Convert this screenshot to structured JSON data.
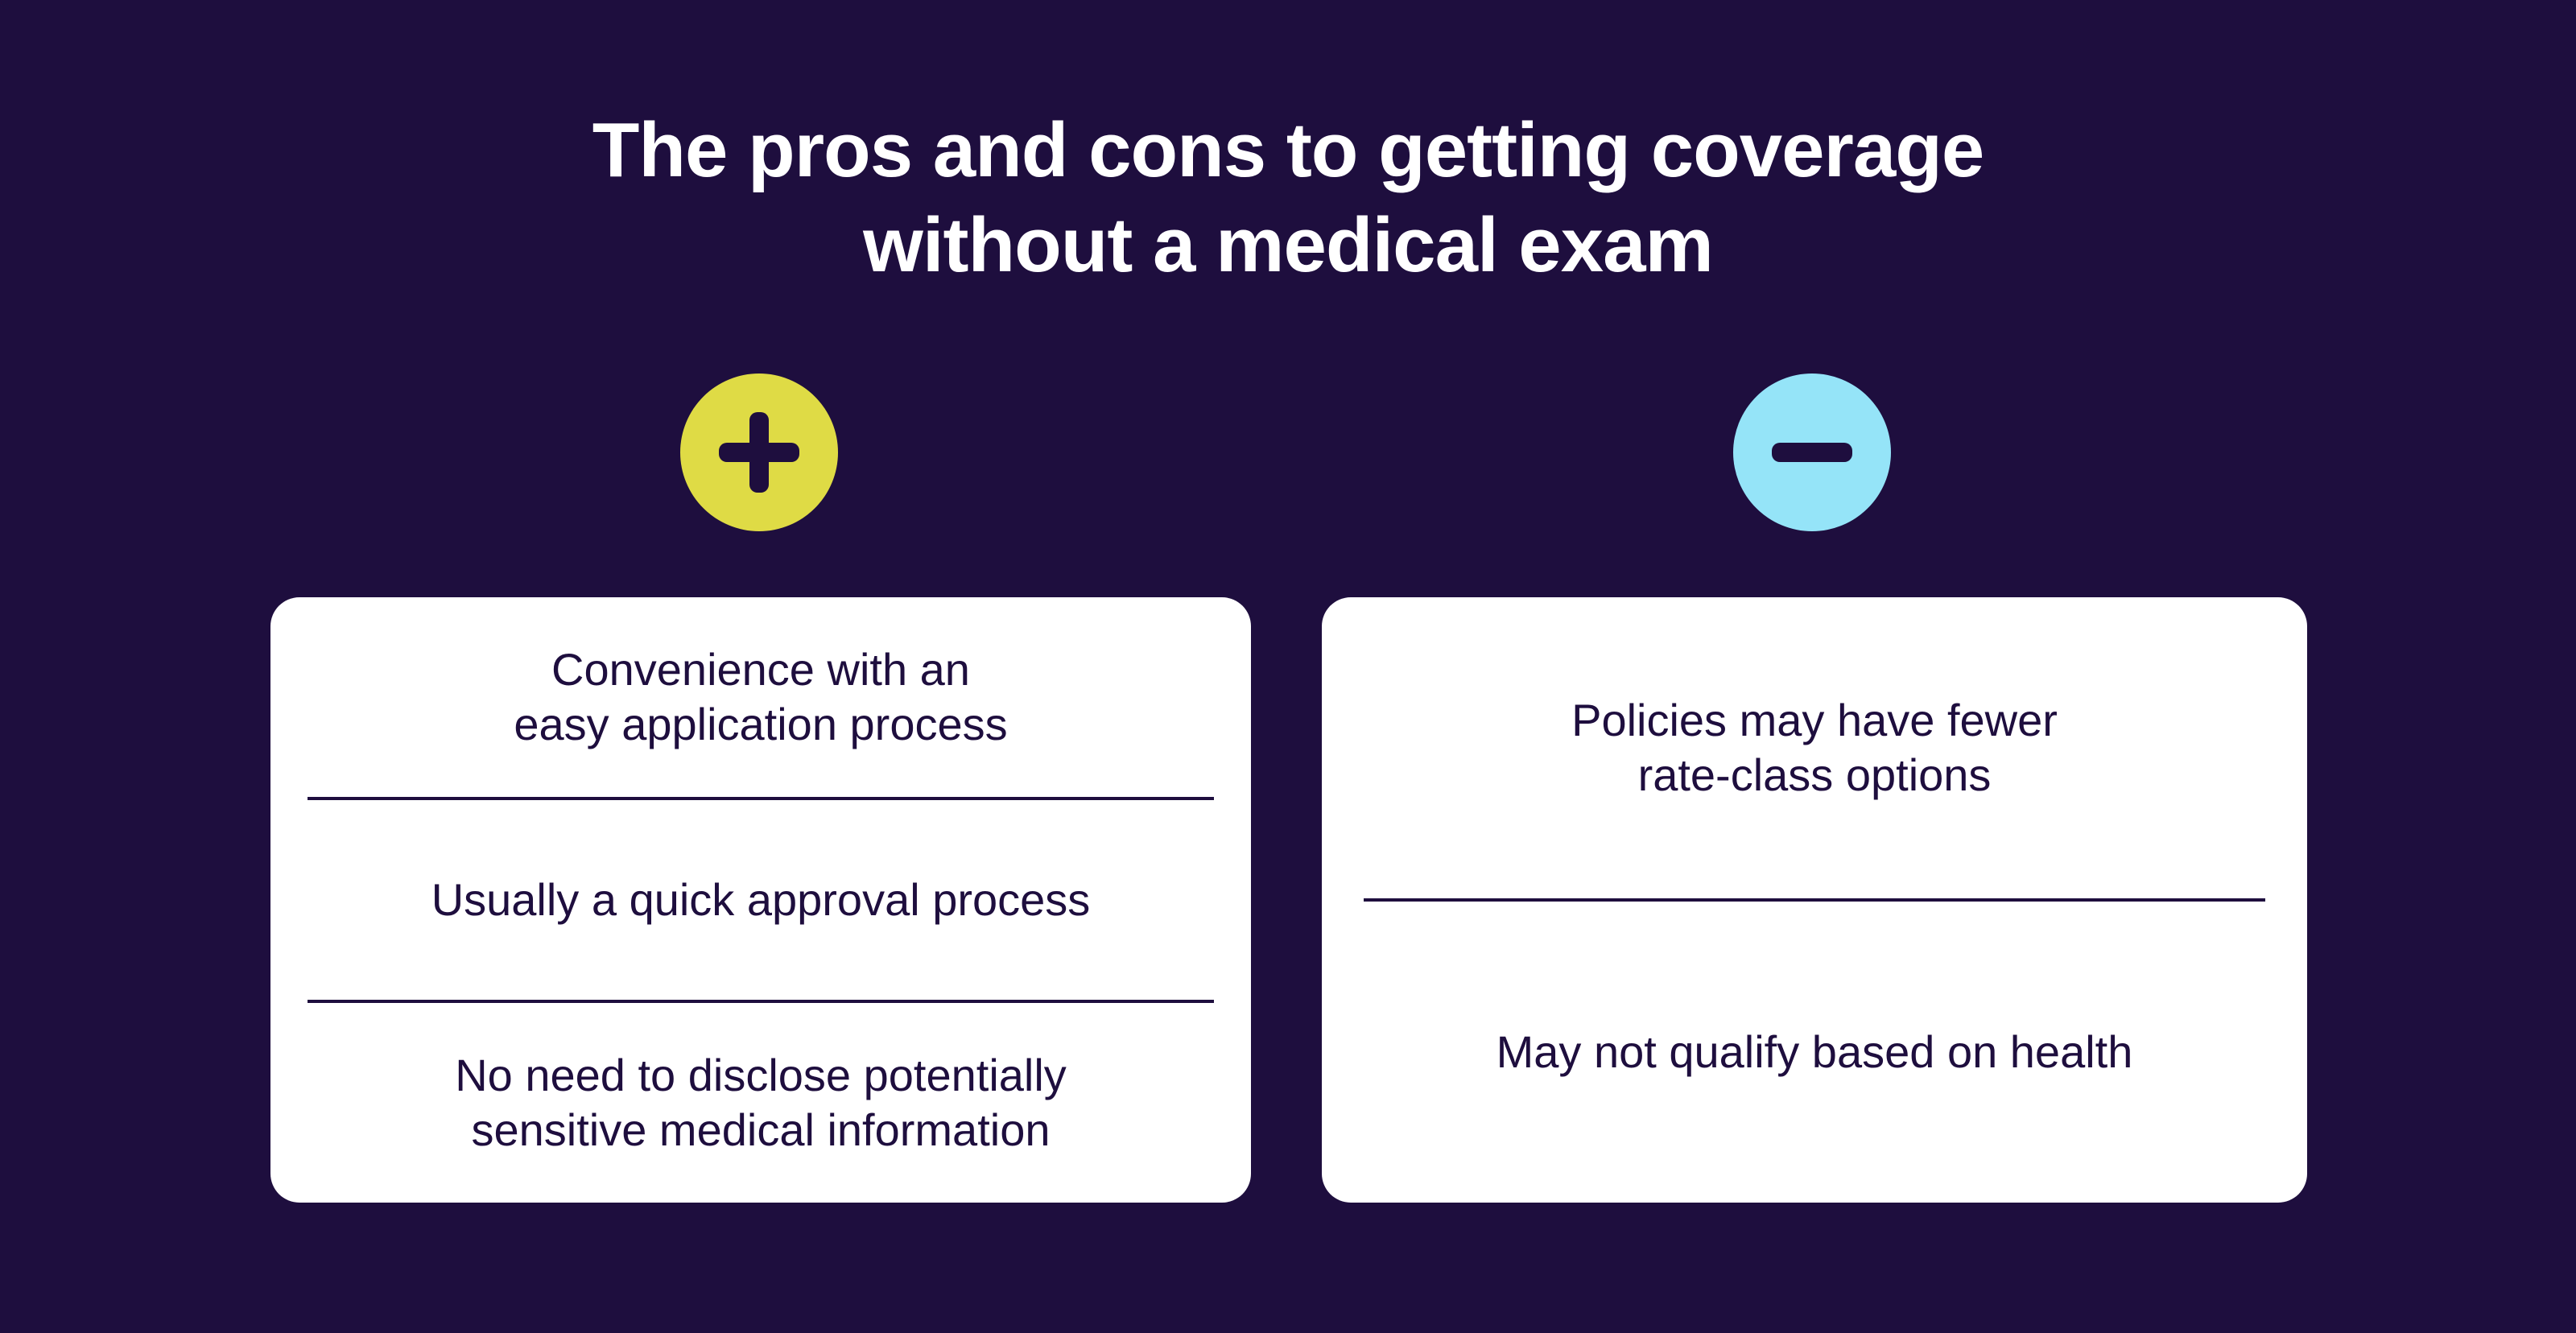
{
  "title": {
    "line1": "The pros and cons to getting coverage",
    "line2": "without a medical exam"
  },
  "colors": {
    "background": "#1e0e3e",
    "pros_accent": "#dfdb45",
    "cons_accent": "#95e4f8",
    "card": "#ffffff",
    "text_dark": "#1e0e3e"
  },
  "pros": {
    "icon": "plus-icon",
    "items": [
      {
        "line1": "Convenience with an",
        "line2": "easy application process"
      },
      {
        "line1": "Usually a quick approval process",
        "line2": ""
      },
      {
        "line1": "No need to disclose potentially",
        "line2": "sensitive medical information"
      }
    ]
  },
  "cons": {
    "icon": "minus-icon",
    "items": [
      {
        "line1": "Policies may have fewer",
        "line2": "rate-class options"
      },
      {
        "line1": "May not qualify based on health",
        "line2": ""
      }
    ]
  }
}
